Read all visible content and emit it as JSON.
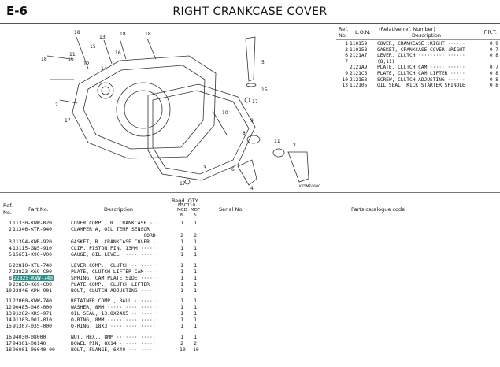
{
  "header": {
    "code": "E-6",
    "title": "RIGHT CRANKCASE COVER"
  },
  "diagram": {
    "callouts": [
      "18",
      "13",
      "18",
      "15",
      "11",
      "16",
      "12",
      "14",
      "16",
      "18",
      "18",
      "2",
      "5",
      "15",
      "17",
      "10",
      "9",
      "8",
      "17",
      "11",
      "7",
      "6",
      "4",
      "3",
      "17"
    ],
    "figure_code": "K75ME0600",
    "colors": {
      "line": "#333333",
      "water_text": "#dddddd"
    }
  },
  "ref_table": {
    "headers": {
      "ref": "Ref.",
      "no": "No.",
      "lon": "L.O.N.",
      "rel": "(Relative ref. Number)",
      "desc": "Description",
      "frt": "F.R.T."
    },
    "rows": [
      {
        "ref": "1",
        "lon": "110159",
        "desc": "COVER, CRANKCASE :RIGHT ······",
        "frt": "0.9"
      },
      {
        "ref": "3",
        "lon": "110158",
        "desc": "GASKET, CRANKCASE COVER :RIGHT",
        "frt": "0.7"
      },
      {
        "ref": "6",
        "lon": "2121A7",
        "desc": "LEVER, CLUTCH ················",
        "frt": "0.8"
      },
      {
        "ref": "7",
        "lon": "",
        "desc": "(8,11)",
        "frt": ""
      },
      {
        "ref": "",
        "lon": "2121A9",
        "desc": "PLATE, CLUTCH CAM ············",
        "frt": "0.7"
      },
      {
        "ref": "9",
        "lon": "2121C5",
        "desc": "PLATE, CLUTCH CAM LIFTER ·····",
        "frt": "0.8"
      },
      {
        "ref": "10",
        "lon": "2121E3",
        "desc": "SCREW, CLUTCH ADJUSTING ······",
        "frt": "0.8"
      },
      {
        "ref": "13",
        "lon": "112105",
        "desc": "OIL SEAL, KICK STARTER SPINDLE",
        "frt": "0.8"
      }
    ]
  },
  "parts": {
    "headers": {
      "ref": "Ref.",
      "no": "No.",
      "part_no": "Part No.",
      "description": "Description",
      "reqd": "Reqd. QTY",
      "model": "NSC110",
      "mcd": "MCD",
      "mdf": "MDF",
      "k1": "K",
      "k2": "K",
      "serial": "Serial No.",
      "catalogue": "Parts catalogue code"
    },
    "groups": [
      [
        {
          "ref": "1",
          "part_no": "11330-KWW-B20",
          "desc": "COVER COMP., R. CRANKCASE ···",
          "q1": "1",
          "q2": "1"
        },
        {
          "ref": "2",
          "part_no": "11346-KTR-940",
          "desc": "CLAMPER A, OIL TEMP SENSOR",
          "q1": "",
          "q2": ""
        },
        {
          "ref": "",
          "part_no": "",
          "desc": "                        CORD",
          "q1": "2",
          "q2": "2"
        },
        {
          "ref": "3",
          "part_no": "11394-KWB-920",
          "desc": "GASKET, R. CRANKCASE COVER ··",
          "q1": "1",
          "q2": "1"
        },
        {
          "ref": "4",
          "part_no": "13115-GN5-910",
          "desc": "CLIP, PISTON PIN, 13MM ······",
          "q1": "1",
          "q2": "1"
        },
        {
          "ref": "5",
          "part_no": "15651-K90-V00",
          "desc": "GAUGE, OIL LEVEL ············",
          "q1": "1",
          "q2": "1"
        }
      ],
      [
        {
          "ref": "6",
          "part_no": "22810-KTL-740",
          "desc": "LEVER COMP., CLUTCH ·········",
          "q1": "1",
          "q2": "1"
        },
        {
          "ref": "7",
          "part_no": "22823-KG9-C00",
          "desc": "PLATE, CLUTCH LIFTER CAM ····",
          "q1": "1",
          "q2": "1"
        },
        {
          "ref": "8",
          "part_no": "22825-KWW-740",
          "desc": "SPRING, CAM PLATE SIDE ······",
          "q1": "1",
          "q2": "1",
          "highlight": true
        },
        {
          "ref": "9",
          "part_no": "22830-KG9-C00",
          "desc": "PLATE COMP., CLUTCH LIFTER ··",
          "q1": "1",
          "q2": "1"
        },
        {
          "ref": "10",
          "part_no": "22846-KPH-901",
          "desc": "BOLT, CLUTCH ADJUSTING ······",
          "q1": "1",
          "q2": "1"
        }
      ],
      [
        {
          "ref": "11",
          "part_no": "22860-KWW-740",
          "desc": "RETAINER COMP., BALL ········",
          "q1": "1",
          "q2": "1"
        },
        {
          "ref": "12",
          "part_no": "90485-040-000",
          "desc": "WASHER, 8MM ·················",
          "q1": "1",
          "q2": "1"
        },
        {
          "ref": "13",
          "part_no": "91202-KRS-971",
          "desc": "OIL SEAL, 13.8X24X5 ·········",
          "q1": "1",
          "q2": "1"
        },
        {
          "ref": "14",
          "part_no": "91303-001-010",
          "desc": "O-RING, 8MM ·················",
          "q1": "1",
          "q2": "1"
        },
        {
          "ref": "15",
          "part_no": "91307-035-000",
          "desc": "O-RING, 18X3 ················",
          "q1": "1",
          "q2": "1"
        }
      ],
      [
        {
          "ref": "16",
          "part_no": "94030-08000",
          "desc": "NUT, HEX., 8MM ··············",
          "q1": "1",
          "q2": "1"
        },
        {
          "ref": "17",
          "part_no": "94301-08140",
          "desc": "DOWEL PIN, 8X14 ·············",
          "q1": "2",
          "q2": "2"
        },
        {
          "ref": "18",
          "part_no": "96001-06040-00",
          "desc": "BOLT, FLANGE, 6X40 ··········",
          "q1": "10",
          "q2": "10"
        }
      ]
    ]
  }
}
